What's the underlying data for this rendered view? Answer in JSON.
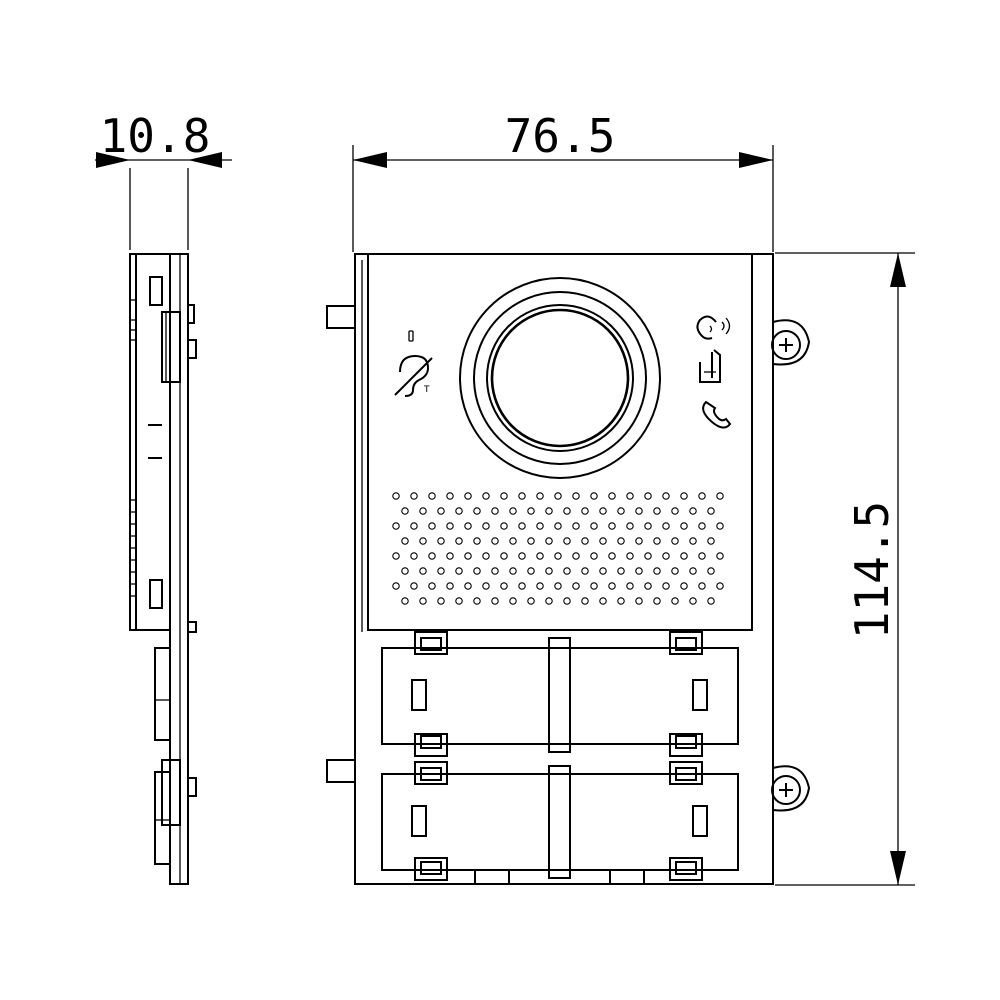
{
  "dimensions": {
    "depth": "10.8",
    "width": "76.5",
    "height": "114.5"
  },
  "icons": {
    "hearing_loop": "hearing-loop-icon",
    "hearing_loop_label": "T",
    "speaking": "speaking-icon",
    "door_open": "door-open-icon",
    "call": "call-icon"
  }
}
